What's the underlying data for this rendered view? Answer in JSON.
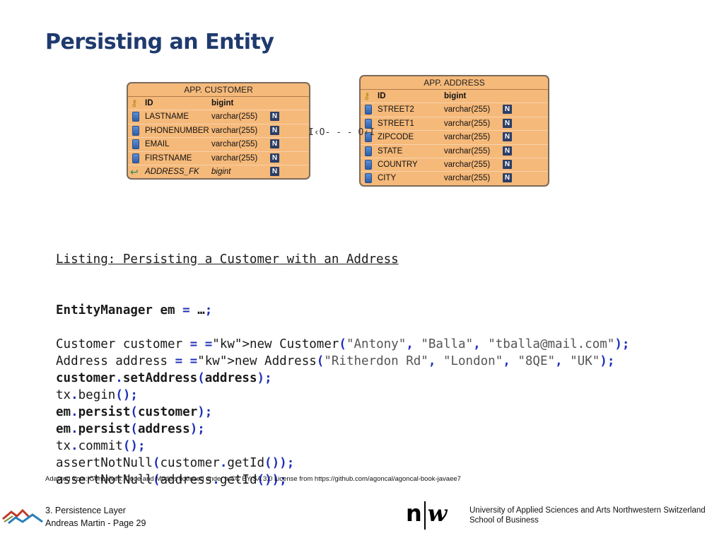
{
  "slide": {
    "title": "Persisting an Entity"
  },
  "er": {
    "customer": {
      "name": "APP. CUSTOMER",
      "rows": [
        {
          "name": "ID",
          "type": "bigint",
          "pk": true,
          "nullable": false
        },
        {
          "name": "LASTNAME",
          "type": "varchar(255)",
          "nullable": true
        },
        {
          "name": "PHONENUMBER",
          "type": "varchar(255)",
          "nullable": true
        },
        {
          "name": "EMAIL",
          "type": "varchar(255)",
          "nullable": true
        },
        {
          "name": "FIRSTNAME",
          "type": "varchar(255)",
          "nullable": true
        },
        {
          "name": "ADDRESS_FK",
          "type": "bigint",
          "fk": true,
          "nullable": true
        }
      ]
    },
    "address": {
      "name": "APP. ADDRESS",
      "rows": [
        {
          "name": "ID",
          "type": "bigint",
          "pk": true,
          "nullable": false
        },
        {
          "name": "STREET2",
          "type": "varchar(255)",
          "nullable": true
        },
        {
          "name": "STREET1",
          "type": "varchar(255)",
          "nullable": true
        },
        {
          "name": "ZIPCODE",
          "type": "varchar(255)",
          "nullable": true
        },
        {
          "name": "STATE",
          "type": "varchar(255)",
          "nullable": true
        },
        {
          "name": "COUNTRY",
          "type": "varchar(255)",
          "nullable": true
        },
        {
          "name": "CITY",
          "type": "varchar(255)",
          "nullable": true
        }
      ]
    },
    "null_marker": "N",
    "connector": "I‹O- - - O‹I"
  },
  "listing": {
    "caption": "Listing: Persisting a Customer with an Address",
    "lines": [
      "EntityManager em = …;",
      "",
      "Customer customer = new Customer(\"Antony\", \"Balla\", \"tballa@mail.com\");",
      "Address address = new Address(\"Ritherdon Rd\", \"London\", \"8QE\", \"UK\");",
      "customer.setAddress(address);",
      "tx.begin();",
      "em.persist(customer);",
      "em.persist(address);",
      "tx.commit();",
      "assertNotNull(customer.getId());",
      "assertNotNull(address.getId());"
    ]
  },
  "credit": "Adapted from: Goncalves: Code and Models licensed under a CC BY-SA 3.0 License from https://github.com/agoncal/agoncal-book-javaee7",
  "footer": {
    "chapter": "3. Persistence Layer",
    "author_page": "Andreas Martin - Page 29",
    "logo_n": "n",
    "logo_w": "w",
    "school_line1": "University of Applied Sciences and Arts Northwestern Switzerland",
    "school_line2": "School of Business"
  },
  "colors": {
    "title": "#1f3a6e",
    "table_fill": "#f5b97a",
    "keyword": "#1f2fb8"
  }
}
